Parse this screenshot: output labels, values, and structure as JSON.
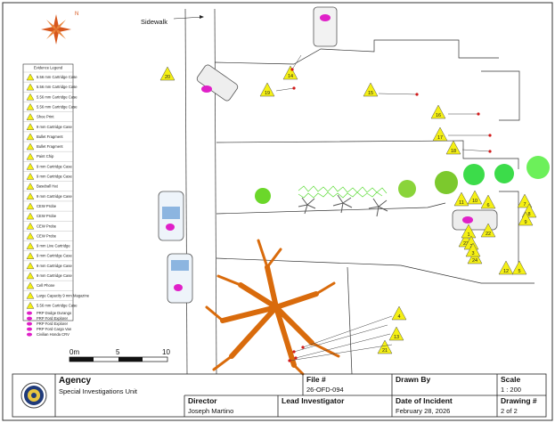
{
  "street_label": "Sidewalk",
  "legend": {
    "title": "Evidence Legend",
    "items": [
      {
        "num": "1",
        "label": "5.56 mm Cartridge Case"
      },
      {
        "num": "2",
        "label": "5.56 mm Cartridge Case"
      },
      {
        "num": "3",
        "label": "5.56 mm Cartridge Case"
      },
      {
        "num": "4",
        "label": "5.56 mm Cartridge Case"
      },
      {
        "num": "5",
        "label": "Shoe Print"
      },
      {
        "num": "6",
        "label": "9 mm Cartridge Case"
      },
      {
        "num": "7",
        "label": "Bullet Fragment"
      },
      {
        "num": "8",
        "label": "Bullet Fragment"
      },
      {
        "num": "9",
        "label": "Paint Chip"
      },
      {
        "num": "10",
        "label": "9 mm Cartridge Case"
      },
      {
        "num": "11",
        "label": "9 mm Cartridge Case"
      },
      {
        "num": "12",
        "label": "Baseball Hat"
      },
      {
        "num": "13",
        "label": "9 mm Cartridge Case"
      },
      {
        "num": "14",
        "label": "CEW Probe"
      },
      {
        "num": "15",
        "label": "CEW Probe"
      },
      {
        "num": "16",
        "label": "CEW Probe"
      },
      {
        "num": "17",
        "label": "CEW Probe"
      },
      {
        "num": "18",
        "label": "9 mm Live Cartridge"
      },
      {
        "num": "19",
        "label": "9 mm Cartridge Case"
      },
      {
        "num": "20",
        "label": "9 mm Cartridge Case"
      },
      {
        "num": "21",
        "label": "9 mm Cartridge Case"
      },
      {
        "num": "22",
        "label": "Cell Phone"
      },
      {
        "num": "23",
        "label": "Large Capacity 9 mm Magazine"
      },
      {
        "num": "24",
        "label": "5.56 mm Cartridge Case"
      }
    ],
    "vehicles": [
      {
        "label": "PRP Dodge Durango"
      },
      {
        "label": "PRP Ford Explorer"
      },
      {
        "label": "PRP Ford Explorer"
      },
      {
        "label": "PRP Ford Cargo Van"
      },
      {
        "label": "Civilian Honda CRV"
      }
    ]
  },
  "scale_bar": {
    "labels": [
      "0m",
      "5",
      "10"
    ]
  },
  "markers": [
    "20",
    "19",
    "14",
    "15",
    "16",
    "17",
    "18",
    "10",
    "11",
    "6",
    "7",
    "8",
    "9",
    "22",
    "23",
    "12",
    "5",
    "24",
    "1",
    "2",
    "3",
    "4",
    "21",
    "13"
  ],
  "title_block": {
    "agency_label": "Agency",
    "agency_value": "Special Investigations Unit",
    "file_label": "File #",
    "file_value": "26-OFD-094",
    "drawn_label": "Drawn By",
    "drawn_value": "",
    "scale_label": "Scale",
    "scale_value": "1 : 200",
    "director_label": "Director",
    "director_value": "Joseph Martino",
    "lead_label": "Lead Investigator",
    "lead_value": "",
    "date_label": "Date of Incident",
    "date_value": "February 28, 2026",
    "drawing_label": "Drawing #",
    "drawing_value": "2 of 2"
  },
  "colors": {
    "marker_fill": "#f5f014",
    "vehicle_marker": "#e020c8",
    "tree_orange": "#d96b0c",
    "shrub_green": "#4fd61c",
    "probe_red": "#d21a1a"
  },
  "icons": {
    "compass": "compass-rose-icon",
    "seal": "agency-seal-icon"
  }
}
